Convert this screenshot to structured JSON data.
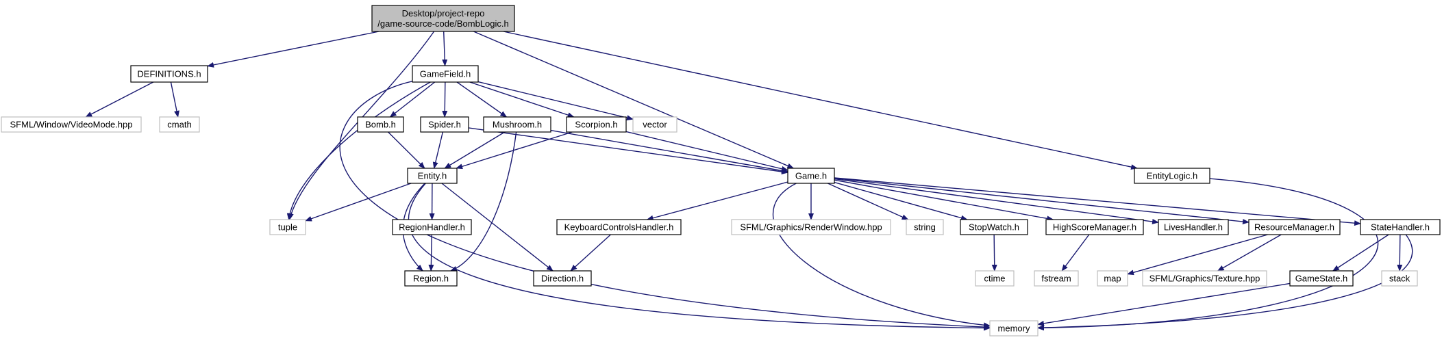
{
  "diagram": {
    "title": "",
    "colors": {
      "edge": "#191970",
      "root_fill": "#bfbfbf",
      "root_border": "#000000",
      "documented_border": "#000000",
      "external_border": "#bfbfbf",
      "node_fill": "#ffffff",
      "text": "#000000"
    },
    "nodes": [
      {
        "id": "root",
        "kind": "root",
        "lines": [
          "Desktop/project-repo",
          "/game-source-code/BombLogic.h"
        ]
      },
      {
        "id": "definitions",
        "kind": "documented",
        "lines": [
          "DEFINITIONS.h"
        ]
      },
      {
        "id": "videomode",
        "kind": "external",
        "lines": [
          "SFML/Window/VideoMode.hpp"
        ]
      },
      {
        "id": "cmath",
        "kind": "external",
        "lines": [
          "cmath"
        ]
      },
      {
        "id": "gamefield",
        "kind": "documented",
        "lines": [
          "GameField.h"
        ]
      },
      {
        "id": "bomb",
        "kind": "documented",
        "lines": [
          "Bomb.h"
        ]
      },
      {
        "id": "spider",
        "kind": "documented",
        "lines": [
          "Spider.h"
        ]
      },
      {
        "id": "mushroom",
        "kind": "documented",
        "lines": [
          "Mushroom.h"
        ]
      },
      {
        "id": "scorpion",
        "kind": "documented",
        "lines": [
          "Scorpion.h"
        ]
      },
      {
        "id": "vector",
        "kind": "external",
        "lines": [
          "vector"
        ]
      },
      {
        "id": "entity",
        "kind": "documented",
        "lines": [
          "Entity.h"
        ]
      },
      {
        "id": "tuple",
        "kind": "external",
        "lines": [
          "tuple"
        ]
      },
      {
        "id": "regionhandler",
        "kind": "documented",
        "lines": [
          "RegionHandler.h"
        ]
      },
      {
        "id": "region",
        "kind": "documented",
        "lines": [
          "Region.h"
        ]
      },
      {
        "id": "game",
        "kind": "documented",
        "lines": [
          "Game.h"
        ]
      },
      {
        "id": "keyboard",
        "kind": "documented",
        "lines": [
          "KeyboardControlsHandler.h"
        ]
      },
      {
        "id": "direction",
        "kind": "documented",
        "lines": [
          "Direction.h"
        ]
      },
      {
        "id": "renderwindow",
        "kind": "external",
        "lines": [
          "SFML/Graphics/RenderWindow.hpp"
        ]
      },
      {
        "id": "string",
        "kind": "external",
        "lines": [
          "string"
        ]
      },
      {
        "id": "stopwatch",
        "kind": "documented",
        "lines": [
          "StopWatch.h"
        ]
      },
      {
        "id": "ctime",
        "kind": "external",
        "lines": [
          "ctime"
        ]
      },
      {
        "id": "highscore",
        "kind": "documented",
        "lines": [
          "HighScoreManager.h"
        ]
      },
      {
        "id": "fstream",
        "kind": "external",
        "lines": [
          "fstream"
        ]
      },
      {
        "id": "lives",
        "kind": "documented",
        "lines": [
          "LivesHandler.h"
        ]
      },
      {
        "id": "resource",
        "kind": "documented",
        "lines": [
          "ResourceManager.h"
        ]
      },
      {
        "id": "map",
        "kind": "external",
        "lines": [
          "map"
        ]
      },
      {
        "id": "texture",
        "kind": "external",
        "lines": [
          "SFML/Graphics/Texture.hpp"
        ]
      },
      {
        "id": "statehandler",
        "kind": "documented",
        "lines": [
          "StateHandler.h"
        ]
      },
      {
        "id": "gamestate",
        "kind": "documented",
        "lines": [
          "GameState.h"
        ]
      },
      {
        "id": "stack",
        "kind": "external",
        "lines": [
          "stack"
        ]
      },
      {
        "id": "memory",
        "kind": "external",
        "lines": [
          "memory"
        ]
      },
      {
        "id": "entitylogic",
        "kind": "documented",
        "lines": [
          "EntityLogic.h"
        ]
      }
    ],
    "edges": [
      [
        "root",
        "definitions"
      ],
      [
        "root",
        "gamefield"
      ],
      [
        "root",
        "tuple"
      ],
      [
        "root",
        "game"
      ],
      [
        "root",
        "entitylogic"
      ],
      [
        "definitions",
        "videomode"
      ],
      [
        "definitions",
        "cmath"
      ],
      [
        "gamefield",
        "bomb"
      ],
      [
        "gamefield",
        "spider"
      ],
      [
        "gamefield",
        "mushroom"
      ],
      [
        "gamefield",
        "scorpion"
      ],
      [
        "gamefield",
        "vector"
      ],
      [
        "gamefield",
        "tuple"
      ],
      [
        "gamefield",
        "memory"
      ],
      [
        "bomb",
        "entity"
      ],
      [
        "spider",
        "entity"
      ],
      [
        "spider",
        "game"
      ],
      [
        "mushroom",
        "entity"
      ],
      [
        "mushroom",
        "region"
      ],
      [
        "mushroom",
        "game"
      ],
      [
        "scorpion",
        "entity"
      ],
      [
        "scorpion",
        "game"
      ],
      [
        "entity",
        "tuple"
      ],
      [
        "entity",
        "regionhandler"
      ],
      [
        "entity",
        "region"
      ],
      [
        "entity",
        "direction"
      ],
      [
        "entity",
        "memory"
      ],
      [
        "regionhandler",
        "region"
      ],
      [
        "game",
        "keyboard"
      ],
      [
        "game",
        "renderwindow"
      ],
      [
        "game",
        "string"
      ],
      [
        "game",
        "stopwatch"
      ],
      [
        "game",
        "highscore"
      ],
      [
        "game",
        "lives"
      ],
      [
        "game",
        "resource"
      ],
      [
        "game",
        "statehandler"
      ],
      [
        "game",
        "memory"
      ],
      [
        "keyboard",
        "direction"
      ],
      [
        "stopwatch",
        "ctime"
      ],
      [
        "highscore",
        "fstream"
      ],
      [
        "resource",
        "map"
      ],
      [
        "resource",
        "texture"
      ],
      [
        "statehandler",
        "gamestate"
      ],
      [
        "statehandler",
        "stack"
      ],
      [
        "statehandler",
        "memory"
      ],
      [
        "gamestate",
        "memory"
      ],
      [
        "entitylogic",
        "memory"
      ]
    ]
  }
}
